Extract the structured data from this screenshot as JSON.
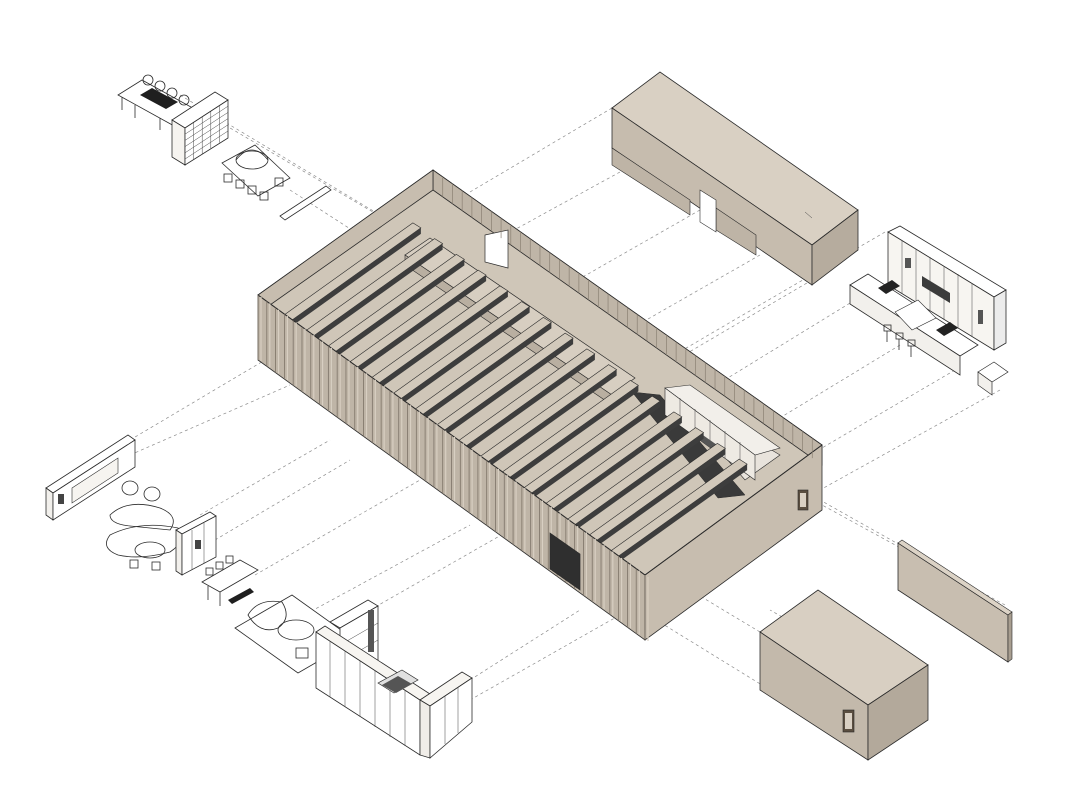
{
  "colors": {
    "background": "#ffffff",
    "wood_top": "#d6cdbf",
    "wood_left": "#bdb3a5",
    "wood_right": "#c9bfb1",
    "wood_dark": "#9e9487",
    "floor_dark": "#3a3a3a",
    "line": "#2b2b2b",
    "projection": "#8a8a8a"
  },
  "components": [
    "main-volume",
    "roof-core-block",
    "front-wall-panel",
    "corner-box",
    "conference-furniture",
    "kitchen-module",
    "lounge-furniture",
    "storage-cabinets"
  ]
}
